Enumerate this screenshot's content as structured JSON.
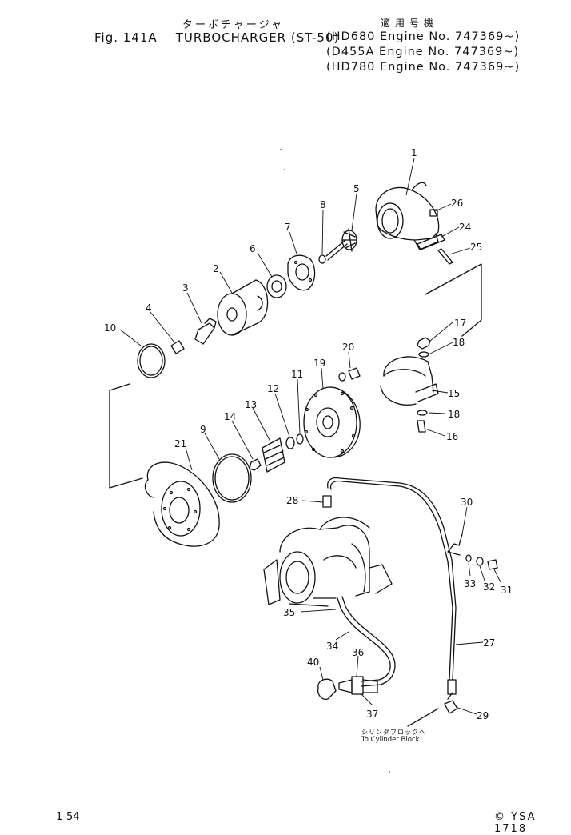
{
  "header": {
    "title_jp": "ターボチャージャ",
    "fig_label": "Fig. 141A",
    "title": "TURBOCHARGER (ST-50)",
    "applicability_jp": "適用号機",
    "applicability": [
      "(HD680 Engine No. 747369~)",
      "(D455A Engine No. 747369~)",
      "(HD780 Engine No. 747369~)"
    ]
  },
  "destination": {
    "jp": "シリンダブロックへ",
    "en": "To Cylinder Block"
  },
  "callouts": [
    "1",
    "2",
    "3",
    "4",
    "5",
    "6",
    "7",
    "8",
    "9",
    "10",
    "11",
    "12",
    "13",
    "14",
    "15",
    "16",
    "17",
    "18",
    "18",
    "19",
    "20",
    "21",
    "24",
    "25",
    "26",
    "27",
    "28",
    "29",
    "30",
    "31",
    "32",
    "33",
    "34",
    "35",
    "36",
    "37",
    "40"
  ],
  "footer": {
    "page": "1-54",
    "code": "© YSA 1718"
  },
  "colors": {
    "ink": "#111111",
    "paper": "#ffffff"
  }
}
